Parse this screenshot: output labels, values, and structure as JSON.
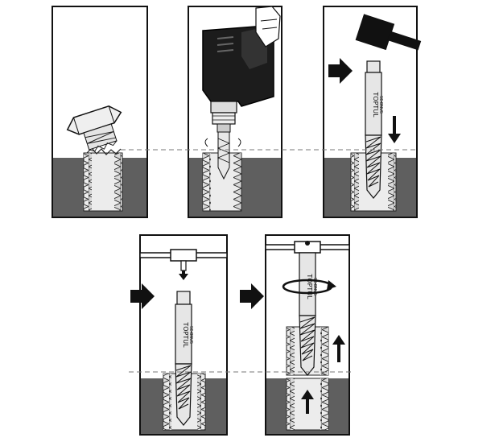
{
  "diagram": {
    "panels": [
      {
        "id": "panel-1",
        "step": "broken-bolt"
      },
      {
        "id": "panel-2",
        "step": "drill-pilot-hole"
      },
      {
        "id": "panel-3",
        "step": "hammer-in-extractor"
      },
      {
        "id": "panel-4",
        "step": "attach-tap-wrench"
      },
      {
        "id": "panel-5",
        "step": "turn-out-bolt"
      }
    ],
    "extractor_label": "TOPTUL",
    "extractor_sublabel": "SE-BNUS",
    "colors": {
      "background": "#ffffff",
      "outline": "#111111",
      "workpiece_fill": "#5f5f5f",
      "thread_fill": "#d8d8d8",
      "drill_body": "#1c1c1c",
      "extractor_fill": "#e6e6e6",
      "surface_line": "#777777"
    },
    "icons": [
      "broken-bolt-head-icon",
      "power-drill-icon",
      "hammer-icon",
      "extractor-icon",
      "tap-wrench-icon",
      "rotation-arrow-icon",
      "arrow-right-icon",
      "arrow-down-icon",
      "arrow-up-icon"
    ]
  }
}
